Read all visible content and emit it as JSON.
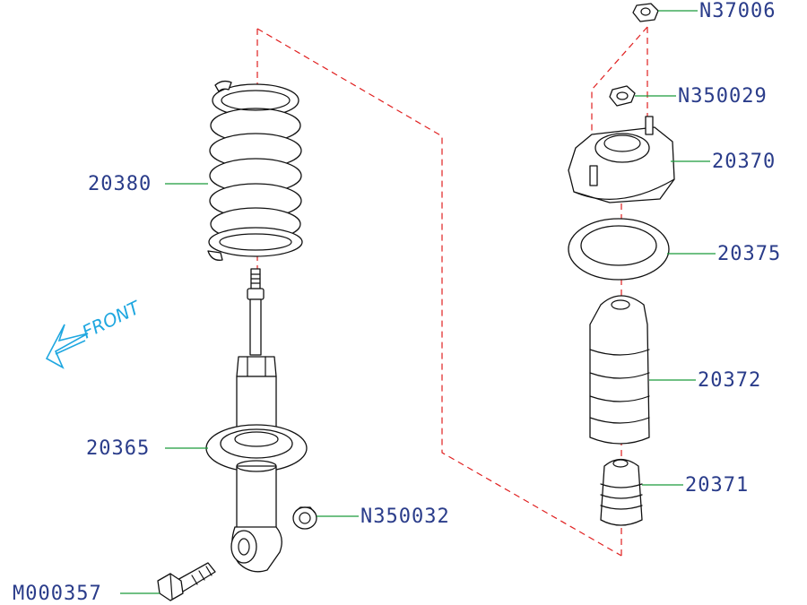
{
  "diagram": {
    "front_label": "FRONT",
    "parts": [
      {
        "id": "p-N37006",
        "label": "N37006"
      },
      {
        "id": "p-N350029",
        "label": "N350029"
      },
      {
        "id": "p-20370",
        "label": "20370"
      },
      {
        "id": "p-20375",
        "label": "20375"
      },
      {
        "id": "p-20372",
        "label": "20372"
      },
      {
        "id": "p-20371",
        "label": "20371"
      },
      {
        "id": "p-20380",
        "label": "20380"
      },
      {
        "id": "p-20365",
        "label": "20365"
      },
      {
        "id": "p-N350032",
        "label": "N350032"
      },
      {
        "id": "p-M000357",
        "label": "M000357"
      }
    ],
    "colors": {
      "label_text": "#2a3c8a",
      "leader_line": "#1a9a3a",
      "dashed_guide": "#e02020",
      "front_arrow": "#1fa7e0",
      "drawing_ink": "#111111"
    }
  }
}
